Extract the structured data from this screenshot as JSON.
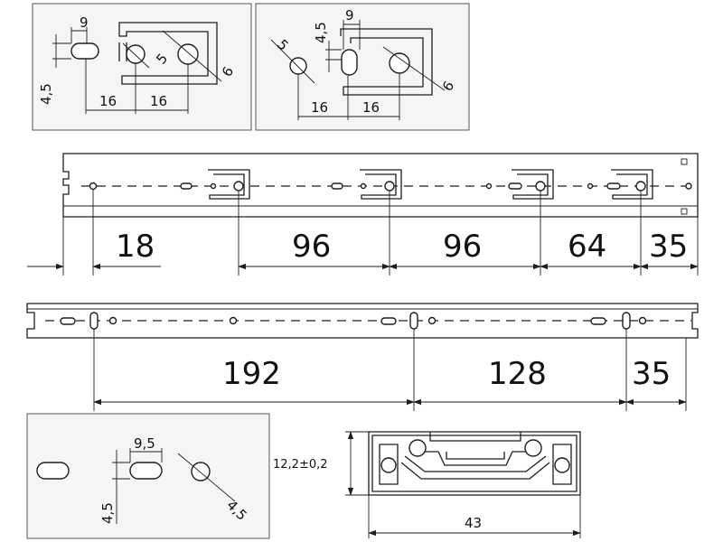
{
  "colors": {
    "line": "#1e1e1e",
    "inset_fill": "#f5f5f5",
    "inset_border": "#555555"
  },
  "detail_left": {
    "slot_width": "9",
    "slot_height": "4,5",
    "pitch_a": "16",
    "pitch_b": "16",
    "hole_diameter": "5",
    "hole_large": "6"
  },
  "detail_right": {
    "hole_diameter": "5",
    "slot_width": "9",
    "slot_height": "4,5",
    "pitch_a": "16",
    "pitch_b": "16",
    "hole_large": "6"
  },
  "rail_top": {
    "dims": [
      "18",
      "96",
      "96",
      "64",
      "35"
    ]
  },
  "rail_middle": {
    "dims": [
      "192",
      "128",
      "35"
    ]
  },
  "detail_bottom": {
    "slot_width": "9,5",
    "slot_height": "4,5",
    "hole_diameter": "4,5"
  },
  "profile": {
    "height": "12,2±0,2",
    "width": "43"
  }
}
